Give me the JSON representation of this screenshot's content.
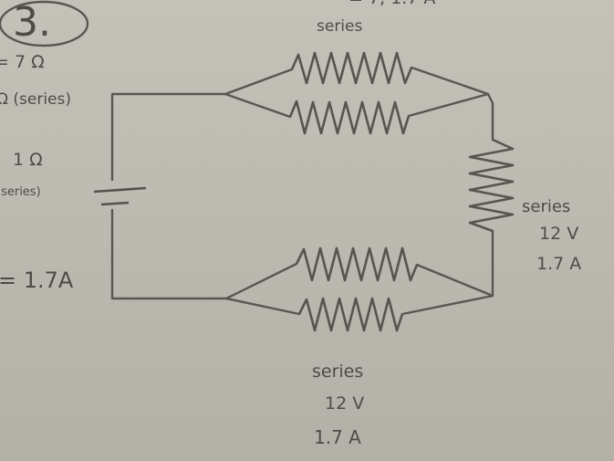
{
  "problem_number": "3.",
  "top_cut_text": "= 7, 1.7 A",
  "left_notes": {
    "line1": "= 7 Ω",
    "line2": "Ω (series)",
    "battery_resistance": "1 Ω",
    "battery_label": "(series)",
    "current": "= 1.7A"
  },
  "top_group": {
    "label": "series"
  },
  "right_resistor": {
    "label": "series",
    "voltage": "12 V",
    "current": "1.7 A"
  },
  "bottom_group": {
    "label": "series",
    "voltage": "12 V",
    "current": "1.7 A"
  }
}
